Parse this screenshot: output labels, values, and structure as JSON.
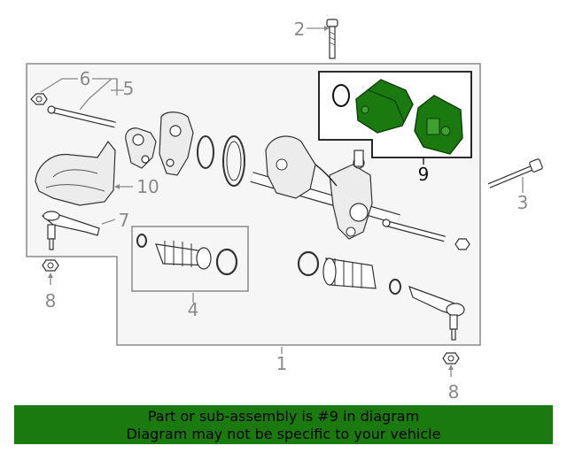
{
  "callouts": {
    "c1": "1",
    "c2": "2",
    "c3": "3",
    "c4": "4",
    "c5": "5",
    "c6": "6",
    "c7": "7",
    "c8a": "8",
    "c8b": "8",
    "c9": "9",
    "c10": "10"
  },
  "highlight": {
    "part_number": "9",
    "color": "#1a7a0f"
  },
  "banner": {
    "line1": "Part or sub-assembly is #9 in diagram",
    "line2": "Diagram may not be specific to your vehicle",
    "background": "#1a7a0f"
  }
}
